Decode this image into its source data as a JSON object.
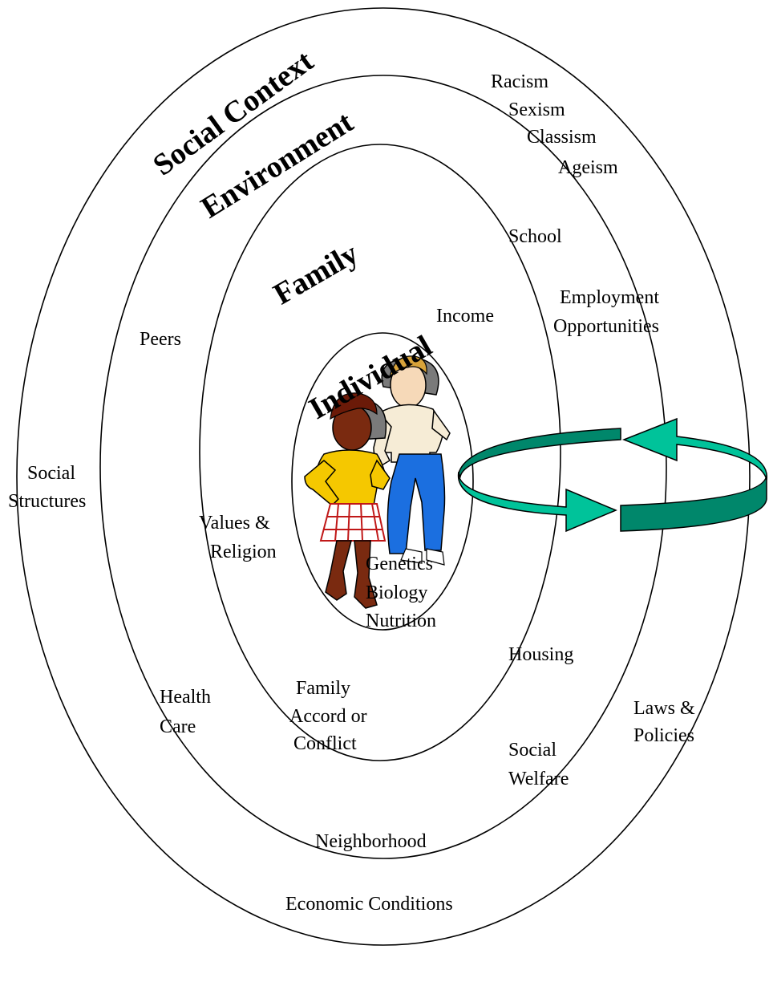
{
  "titles": {
    "social_context": "Social Context",
    "environment": "Environment",
    "family": "Family",
    "individual": "Individual"
  },
  "labels": {
    "racism": "Racism",
    "sexism": "Sexism",
    "classism": "Classism",
    "ageism": "Ageism",
    "school": "School",
    "employment_1": "Employment",
    "employment_2": "Opportunities",
    "income": "Income",
    "peers": "Peers",
    "social_structures_1": "Social",
    "social_structures_2": "Structures",
    "values_1": "Values &",
    "values_2": "Religion",
    "genetics": "Genetics",
    "biology": "Biology",
    "nutrition": "Nutrition",
    "housing": "Housing",
    "health_care_1": "Health",
    "health_care_2": "Care",
    "family_accord_1": "Family",
    "family_accord_2": "Accord or",
    "family_accord_3": "Conflict",
    "laws_1": "Laws &",
    "laws_2": "Policies",
    "social_welfare_1": "Social",
    "social_welfare_2": "Welfare",
    "neighborhood": "Neighborhood",
    "economic_conditions": "Economic Conditions"
  },
  "colors": {
    "arrow_fill": "#00c39a",
    "arrow_dark": "#00876b",
    "arrow_stroke": "#000000",
    "girl_shirt": "#f5c800",
    "boy_pants": "#1b6fe0",
    "boy_shirt": "#f6ecd6",
    "skin_dark": "#7a2a10",
    "skin_light": "#f6d9b8"
  }
}
